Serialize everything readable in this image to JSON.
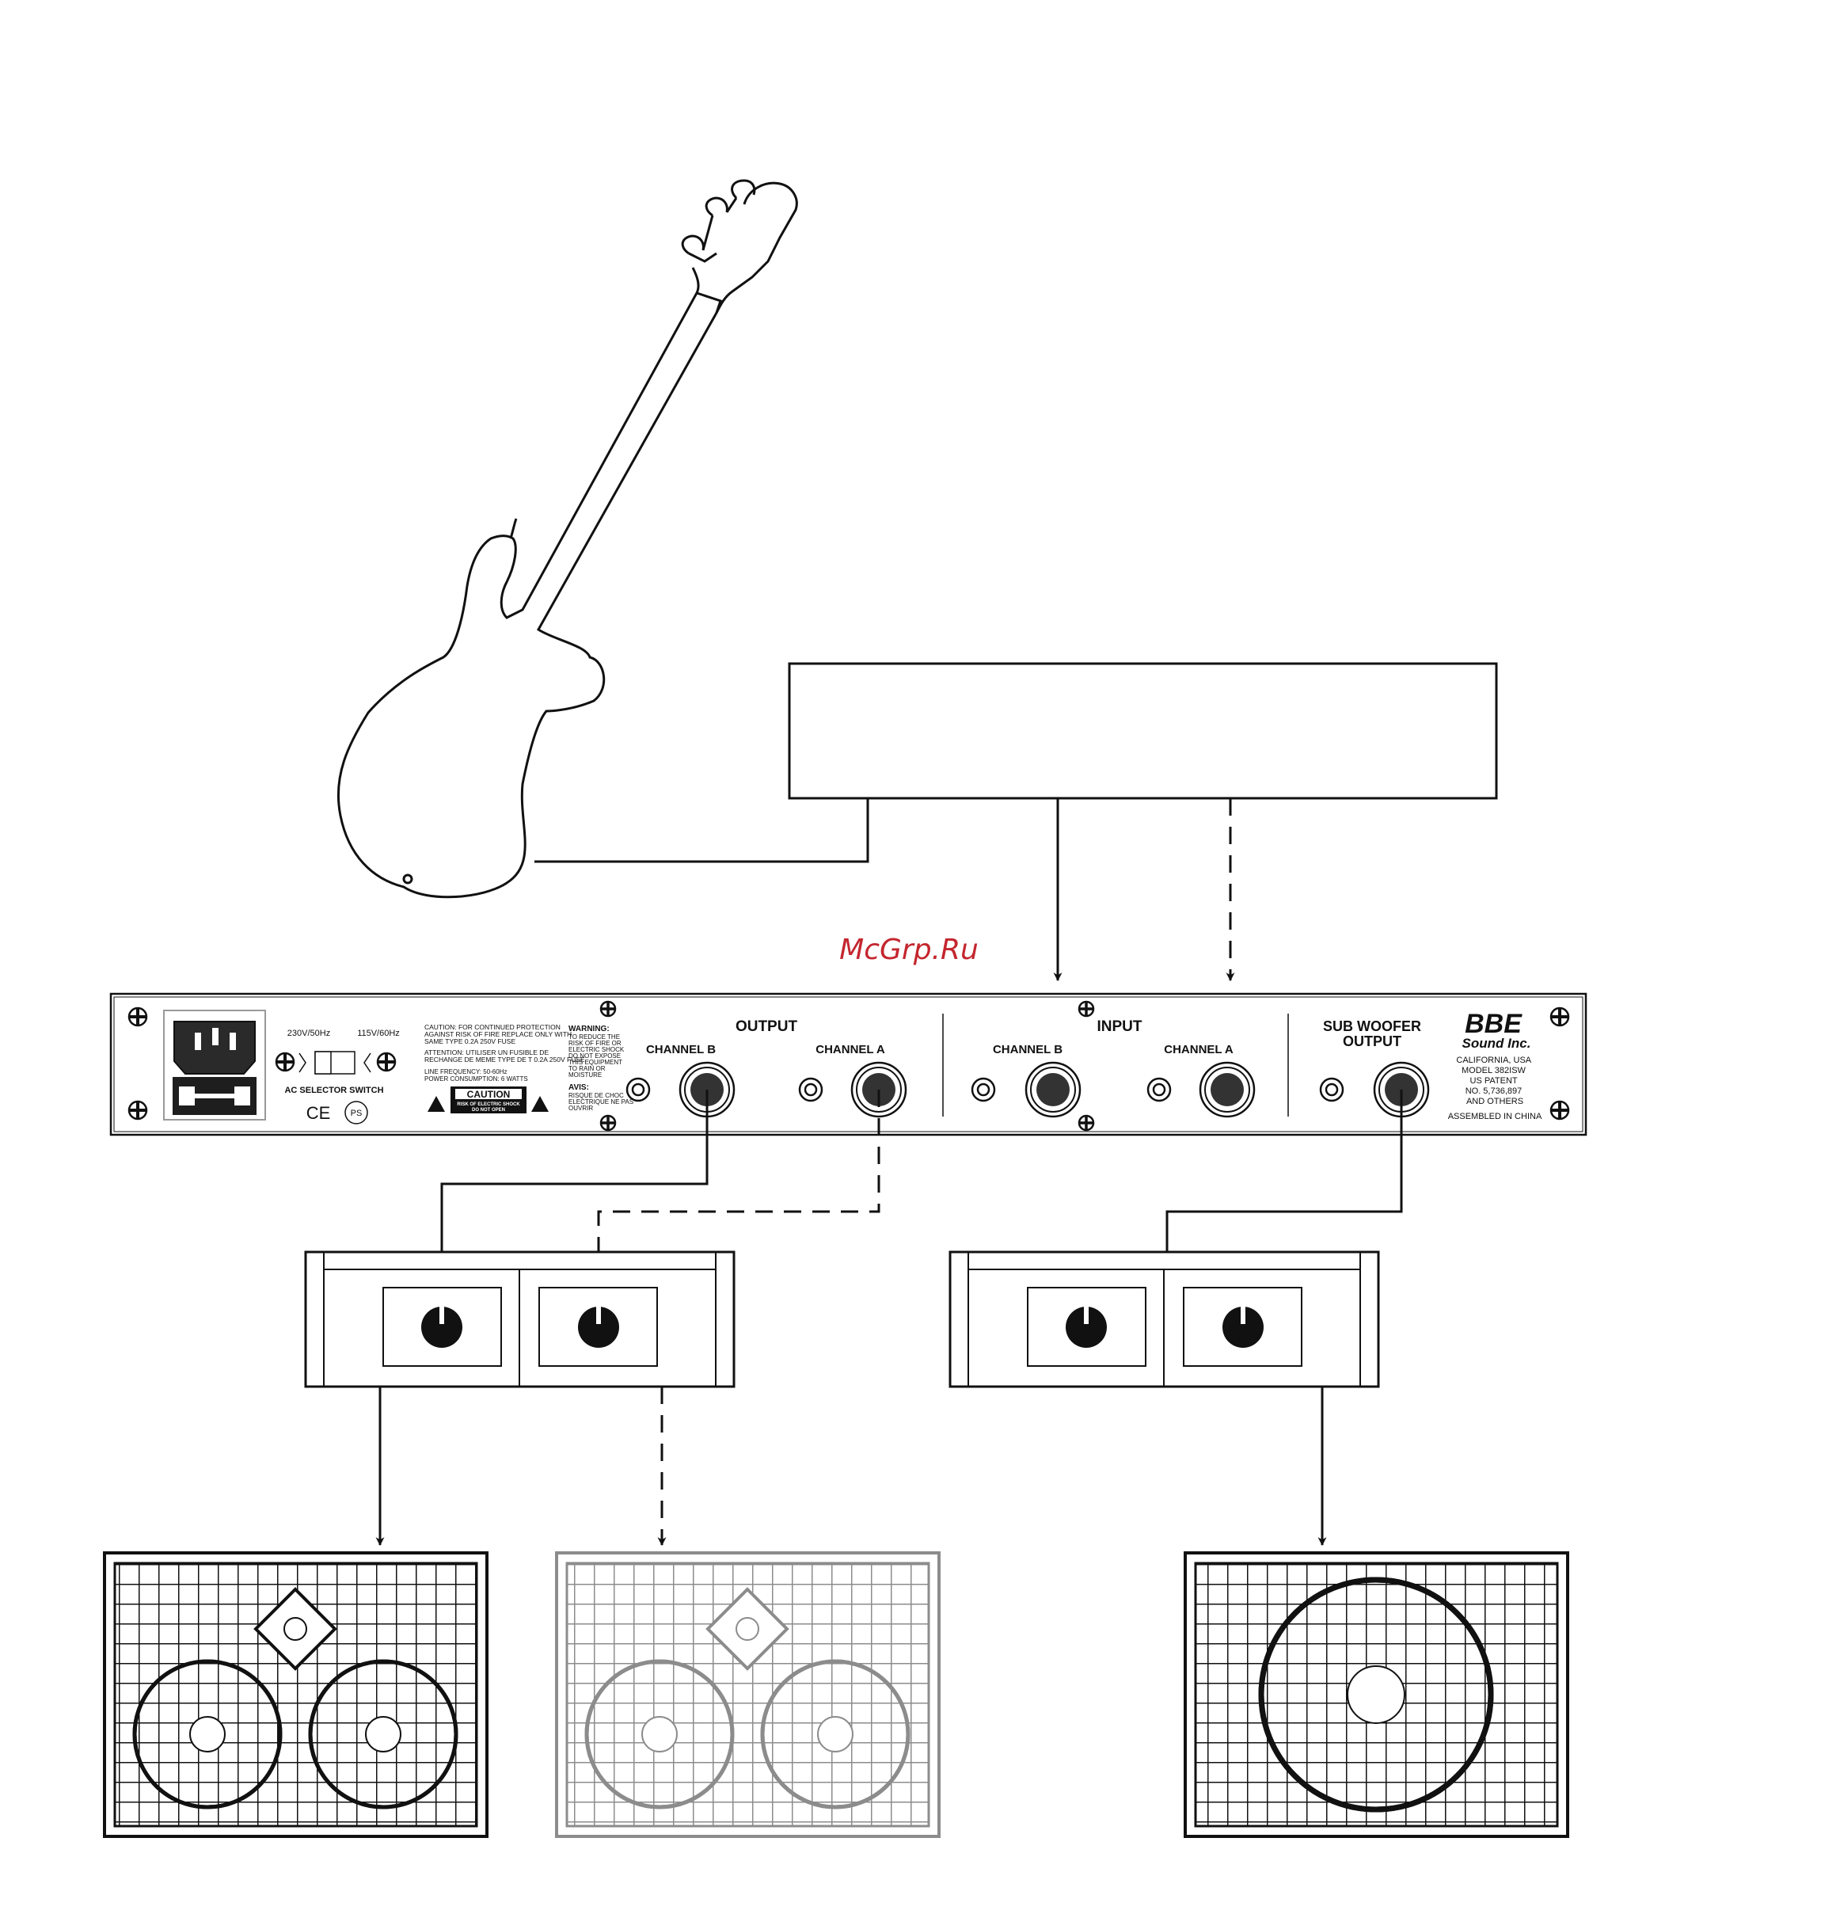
{
  "watermark": "McGrp.Ru",
  "rack": {
    "brand": "BBE",
    "brand_sub": "Sound Inc.",
    "info_lines": [
      "CALIFORNIA, USA",
      "MODEL 382ISW",
      "US PATENT",
      "NO. 5,736,897",
      "AND OTHERS"
    ],
    "assembled": "ASSEMBLED IN CHINA",
    "output_title": "OUTPUT",
    "input_title": "INPUT",
    "sub_title_1": "SUB WOOFER",
    "sub_title_2": "OUTPUT",
    "channel_b": "CHANNEL B",
    "channel_a": "CHANNEL A",
    "voltage_230": "230V/50Hz",
    "voltage_115": "115V/60Hz",
    "ac_selector": "AC SELECTOR SWITCH",
    "ce_mark": "CE",
    "ps_mark": "PS",
    "caution_lines": [
      "CAUTION: FOR CONTINUED PROTECTION",
      "AGAINST RISK OF FIRE REPLACE ONLY WITH",
      "SAME TYPE 0.2A 250V FUSE"
    ],
    "attention_lines": [
      "ATTENTION: UTILISER UN FUSIBLE DE",
      "RECHANGE DE MEME TYPE DE T 0.2A 250V FUSE"
    ],
    "line_freq_lines": [
      "LINE FREQUENCY: 50-60Hz",
      "POWER CONSUMPTION: 6 WATTS"
    ],
    "caution_label": "CAUTION",
    "caution_sub_1": "RISK OF ELECTRIC SHOCK",
    "caution_sub_2": "DO NOT OPEN",
    "warning_lines": [
      "WARNING:",
      "TO REDUCE THE",
      "RISK OF FIRE OR",
      "ELECTRIC SHOCK",
      "DO NOT EXPOSE",
      "THIS EQUIPMENT",
      "TO RAIN OR",
      "MOISTURE"
    ],
    "avis_lines": [
      "AVIS:",
      "RISQUE DE CHOC",
      "ELECTRIQUE NE PAS",
      "OUVRIR"
    ]
  }
}
